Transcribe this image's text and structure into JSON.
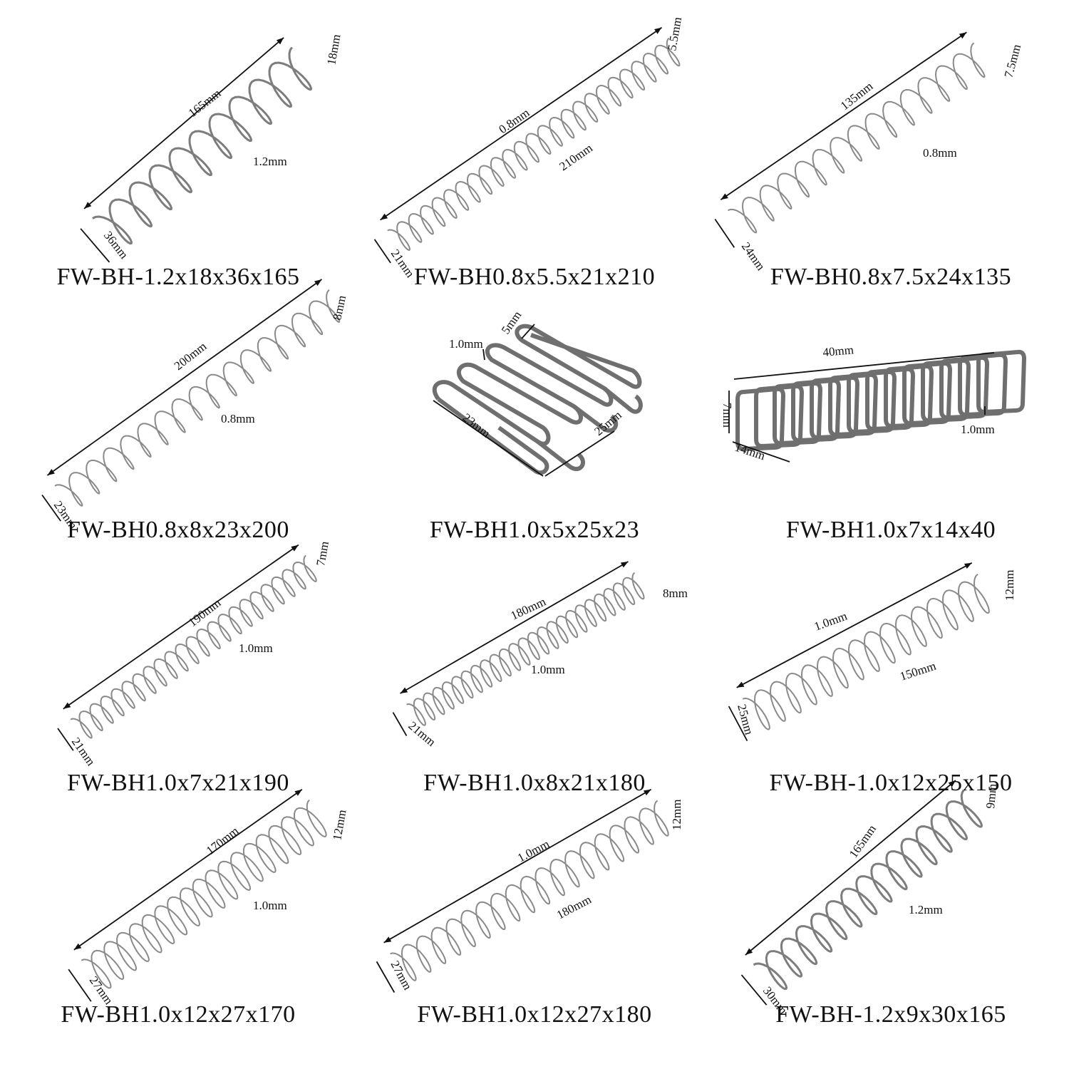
{
  "products": [
    {
      "model": "FW-BH-1.2x18x36x165",
      "wire": "1.2mm",
      "height": "18mm",
      "width": "36mm",
      "length": "165mm"
    },
    {
      "model": "FW-BH0.8x5.5x21x210",
      "wire": "0.8mm",
      "height": "5.5mm",
      "width": "21mm",
      "length": "210mm"
    },
    {
      "model": "FW-BH0.8x7.5x24x135",
      "wire": "0.8mm",
      "height": "7.5mm",
      "width": "24mm",
      "length": "135mm"
    },
    {
      "model": "FW-BH0.8x8x23x200",
      "wire": "0.8mm",
      "height": "8mm",
      "width": "23mm",
      "length": "200mm"
    },
    {
      "model": "FW-BH1.0x5x25x23",
      "wire": "1.0mm",
      "height": "5mm",
      "width": "25mm",
      "length": "23mm"
    },
    {
      "model": "FW-BH1.0x7x14x40",
      "wire": "1.0mm",
      "height": "7mm",
      "width": "14mm",
      "length": "40mm"
    },
    {
      "model": "FW-BH1.0x7x21x190",
      "wire": "1.0mm",
      "height": "7mm",
      "width": "21mm",
      "length": "190mm"
    },
    {
      "model": "FW-BH1.0x8x21x180",
      "wire": "1.0mm",
      "height": "8mm",
      "width": "21mm",
      "length": "180mm"
    },
    {
      "model": "FW-BH-1.0x12x25x150",
      "wire": "1.0mm",
      "height": "12mm",
      "width": "25mm",
      "length": "150mm"
    },
    {
      "model": "FW-BH1.0x12x27x170",
      "wire": "1.0mm",
      "height": "12mm",
      "width": "27mm",
      "length": "170mm"
    },
    {
      "model": "FW-BH1.0x12x27x180",
      "wire": "1.0mm",
      "height": "12mm",
      "width": "27mm",
      "length": "180mm"
    },
    {
      "model": "FW-BH-1.2x9x30x165",
      "wire": "1.2mm",
      "height": "9mm",
      "width": "30mm",
      "length": "165mm"
    }
  ],
  "colors": {
    "wire": "#7d7d7d",
    "text": "#111111",
    "background": "#ffffff"
  }
}
